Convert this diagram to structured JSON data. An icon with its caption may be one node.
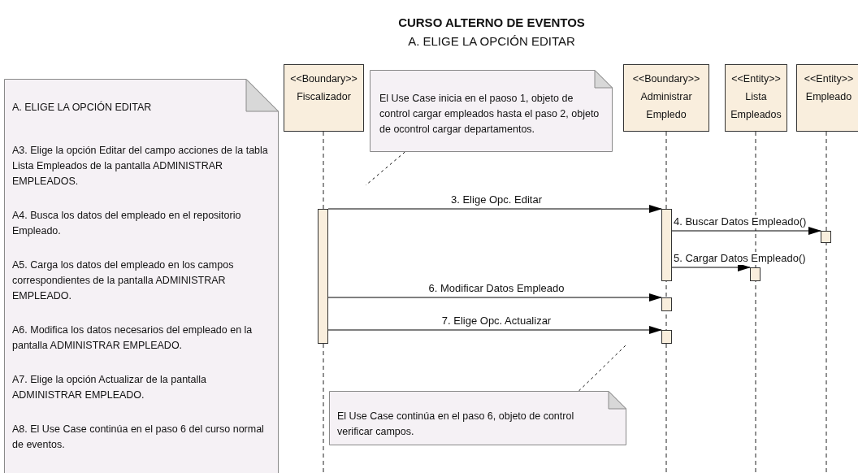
{
  "diagram": {
    "title": "CURSO ALTERNO DE EVENTOS",
    "nodes": [
      {
        "text": [
          "A. ELIGE LA OPCIÓN EDITAR",
          "A3. Elige la opción Editar del campo acciones de la tabla Lista Empleados de la pantalla ADMINISTRAR EMPLEADOS.",
          "A4. Busca los datos del empleado en el repositorio Empleado.",
          "A5. Carga los datos del empleado en los campos correspondientes de la pantalla ADMINISTRAR EMPLEADO.",
          "A6. Modifica los datos necesarios del empleado en la pantalla ADMINISTRAR EMPLEADO.",
          "A7. Elige la opción Actualizar de la pantalla ADMINISTRAR EMPLEADO.",
          "A8. El Use Case continúa en el paso 6 del curso normal de eventos."
        ]
      },
      {
        "text": [
          "<<Boundary>>",
          "Fiscalizador"
        ]
      },
      {
        "text": [
          "El Use Case inicia en el paoso 1, objeto de control cargar empleados hasta el paso 2, objeto de ocontrol cargar departamentos."
        ]
      },
      {
        "text": [
          "<<Boundary>>",
          "Administrar Empledo"
        ]
      },
      {
        "text": [
          "<<Entity>>",
          "Lista Empleados"
        ]
      },
      {
        "text": [
          "<<Entity>>",
          "Empleado"
        ]
      },
      {
        "text": [],
        "shape": "bar"
      },
      {
        "text": [],
        "shape": "bar"
      },
      {
        "text": [],
        "shape": "bar"
      },
      {
        "text": [],
        "shape": "bar"
      },
      {
        "text": [],
        "shape": "bar"
      },
      {
        "text": [],
        "shape": "bar"
      },
      {
        "text": [
          "El Use Case continúa en el paso 6, objeto de control verificar campos."
        ]
      }
    ],
    "edges": [
      {
        "from": 6,
        "to": 7,
        "arrow": "to",
        "label": "3. Elige Opc. Editar"
      },
      {
        "from": 7,
        "to": 8,
        "arrow": "to",
        "label": "4. Buscar Datos Empleado()"
      },
      {
        "from": 7,
        "to": 9,
        "arrow": "to",
        "label": "5. Cargar Datos Empleado()"
      },
      {
        "from": 6,
        "to": 10,
        "arrow": "to",
        "label": "6. Modificar Datos Empleado"
      },
      {
        "from": 6,
        "to": 11,
        "arrow": "to",
        "label": "7. Elige Opc. Actualizar"
      },
      {
        "from": 2,
        "to": null,
        "arrow": "none",
        "style": "dashed"
      },
      {
        "from": 12,
        "to": null,
        "arrow": "none",
        "style": "dashed"
      }
    ],
    "labels": [
      "A. ELIGE LA OPCIÓN EDITAR"
    ]
  }
}
